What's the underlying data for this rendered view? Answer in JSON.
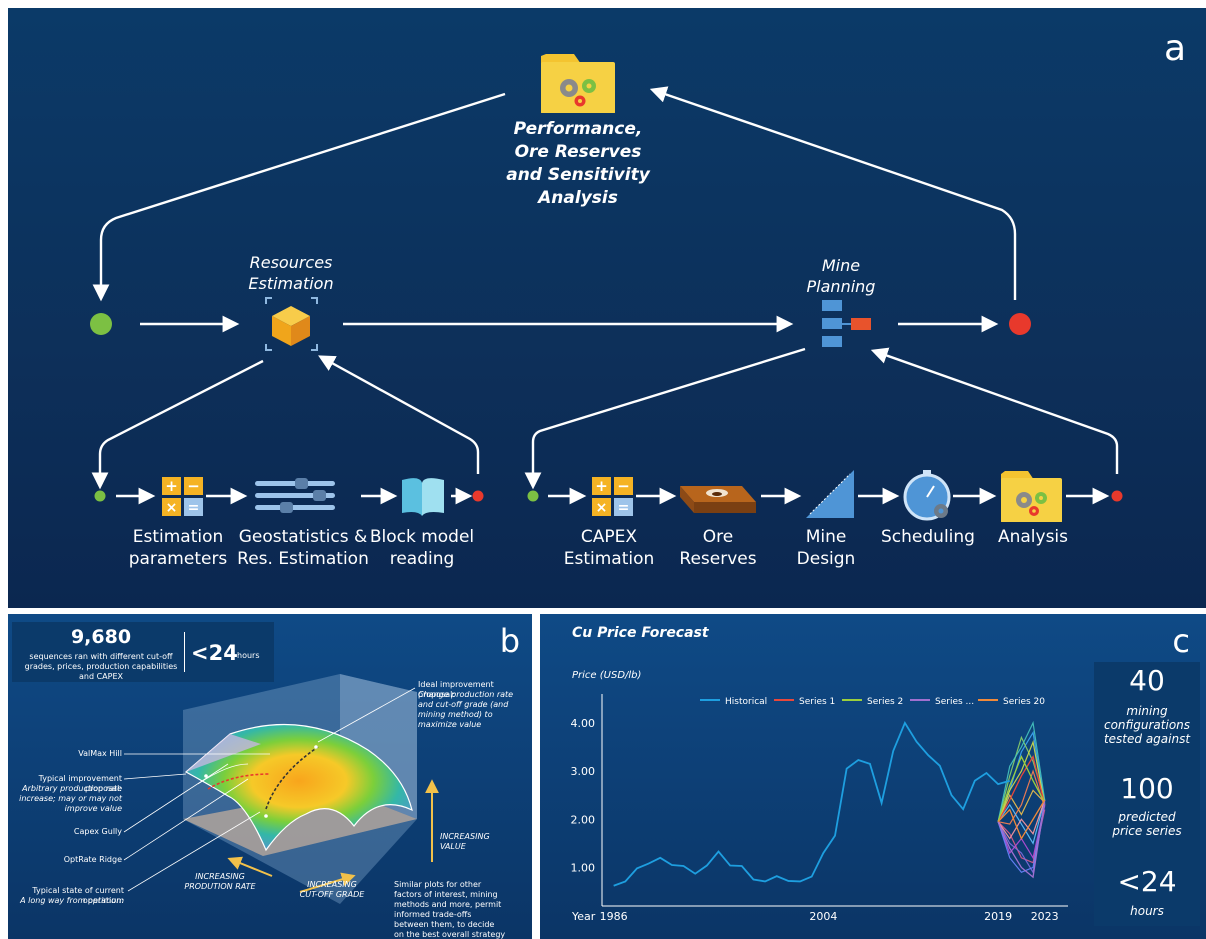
{
  "panel_a": {
    "letter": "a",
    "top_node": "Performance,\nOre Reserves\nand Sensitivity\nAnalysis",
    "resources_estimation": "Resources\nEstimation",
    "mine_planning": "Mine\nPlanning",
    "left_steps": [
      {
        "label": "Estimation\nparameters",
        "icon": "calculator-icon"
      },
      {
        "label": "Geostatistics &\nRes. Estimation",
        "icon": "sliders-icon"
      },
      {
        "label": "Block model\nreading",
        "icon": "open-book-icon"
      }
    ],
    "right_steps": [
      {
        "label": "CAPEX\nEstimation",
        "icon": "calculator-icon"
      },
      {
        "label": "Ore\nReserves",
        "icon": "pit-block-icon"
      },
      {
        "label": "Mine\nDesign",
        "icon": "ramp-triangle-icon"
      },
      {
        "label": "Scheduling",
        "icon": "stopwatch-gear-icon"
      },
      {
        "label": "Analysis",
        "icon": "folder-gears-icon"
      }
    ],
    "colors": {
      "start_node": "#7cc043",
      "end_node": "#e8392c",
      "icon_orange": "#f5b324",
      "icon_blue": "#4f95d6"
    }
  },
  "panel_b": {
    "letter": "b",
    "count": "9,680",
    "count_caption": "sequences ran with different cut-off grades, prices, production capabilities and CAPEX",
    "time": "<24",
    "time_unit": "hours",
    "ideal_title": "Ideal improvement proposal:",
    "ideal_body": "Change production rate and cut-off grade (and mining method) to maximize value",
    "valmax": "ValMax Hill",
    "typical_title": "Typical improvement proposal:",
    "typical_body": "Arbitrary production rate increase; may or may not improve value",
    "capex_gully": "Capex Gully",
    "optrate": "OptRate Ridge",
    "current_title": "Typical state of current operation:",
    "current_body": "A long way from optimum",
    "axis_value": "INCREASING\nVALUE",
    "axis_rate": "INCREASING\nPRODUTION RATE",
    "axis_grade": "INCREASING\nCUT-OFF GRADE",
    "similar": "Similar plots for other factors of interest, mining methods and more, permit informed trade-offs between them, to decide on the best overall strategy"
  },
  "panel_c": {
    "letter": "c",
    "stats": [
      {
        "big": "40",
        "text": "mining\nconfigurations\ntested against"
      },
      {
        "big": "100",
        "text": "predicted\nprice series"
      },
      {
        "big": "<24",
        "text": "hours"
      }
    ]
  },
  "chart_data": {
    "type": "line",
    "title": "Cu Price Forecast",
    "ylabel": "Price (USD/lb)",
    "xlabel": "Year",
    "x_ticks": [
      "1986",
      "2004",
      "2019",
      "2023"
    ],
    "y_ticks": [
      "1.00",
      "2.00",
      "3.00",
      "4.00"
    ],
    "ylim": [
      0.2,
      4.6
    ],
    "xlim": [
      1985,
      2025
    ],
    "legend": [
      "Historical",
      "Series 1",
      "Series 2",
      "Series ...",
      "Series 20"
    ],
    "series": [
      {
        "name": "Historical",
        "color": "#1e9fe0",
        "x": [
          1986,
          1987,
          1988,
          1989,
          1990,
          1991,
          1992,
          1993,
          1994,
          1995,
          1996,
          1997,
          1998,
          1999,
          2000,
          2001,
          2002,
          2003,
          2004,
          2005,
          2006,
          2007,
          2008,
          2009,
          2010,
          2011,
          2012,
          2013,
          2014,
          2015,
          2016,
          2017,
          2018,
          2019,
          2020
        ],
        "y": [
          0.62,
          0.71,
          0.98,
          1.08,
          1.2,
          1.05,
          1.03,
          0.87,
          1.04,
          1.33,
          1.04,
          1.03,
          0.75,
          0.71,
          0.82,
          0.72,
          0.71,
          0.81,
          1.3,
          1.66,
          3.05,
          3.23,
          3.15,
          2.34,
          3.42,
          4.0,
          3.61,
          3.33,
          3.11,
          2.5,
          2.21,
          2.8,
          2.96,
          2.73,
          2.8
        ]
      },
      {
        "name": "Series 1",
        "color": "#e8483b",
        "x": [
          2019,
          2020,
          2021,
          2022,
          2023
        ],
        "y": [
          1.95,
          2.4,
          2.9,
          3.3,
          2.3
        ]
      },
      {
        "name": "Series 2",
        "color": "#9ccf3d",
        "x": [
          2019,
          2020,
          2021,
          2022,
          2023
        ],
        "y": [
          1.95,
          2.7,
          3.3,
          2.8,
          2.35
        ]
      },
      {
        "name": "Series ...",
        "color": "#a070d0",
        "x": [
          2019,
          2020,
          2021,
          2022,
          2023
        ],
        "y": [
          1.95,
          1.4,
          1.0,
          0.8,
          2.4
        ]
      },
      {
        "name": "Series 20",
        "color": "#f08a3a",
        "x": [
          2019,
          2020,
          2021,
          2022,
          2023
        ],
        "y": [
          1.95,
          2.2,
          1.6,
          2.0,
          2.4
        ]
      }
    ],
    "extra_paths": [
      {
        "color": "#3fa9f5",
        "y": [
          1.95,
          2.6,
          3.4,
          3.8,
          2.3
        ]
      },
      {
        "color": "#8bd36a",
        "y": [
          1.95,
          2.9,
          3.7,
          3.2,
          2.4
        ]
      },
      {
        "color": "#e25a8a",
        "y": [
          1.95,
          1.7,
          1.2,
          1.1,
          2.2
        ]
      },
      {
        "color": "#f2c14a",
        "y": [
          1.95,
          2.5,
          2.1,
          2.6,
          2.35
        ]
      },
      {
        "color": "#7f6ee0",
        "y": [
          1.95,
          1.5,
          1.3,
          0.9,
          2.3
        ]
      },
      {
        "color": "#47c7c0",
        "y": [
          1.95,
          3.1,
          3.5,
          4.0,
          2.4
        ]
      },
      {
        "color": "#ff7f50",
        "y": [
          1.95,
          1.9,
          2.3,
          3.0,
          2.25
        ]
      },
      {
        "color": "#b84cd9",
        "y": [
          1.95,
          1.3,
          1.6,
          1.2,
          2.3
        ]
      },
      {
        "color": "#5ec2ff",
        "y": [
          1.95,
          2.3,
          1.9,
          1.5,
          2.4
        ]
      },
      {
        "color": "#d1e04b",
        "y": [
          1.95,
          2.6,
          3.0,
          3.6,
          2.3
        ]
      },
      {
        "color": "#ff9aa2",
        "y": [
          1.95,
          1.6,
          2.0,
          1.7,
          2.4
        ]
      },
      {
        "color": "#6a85ff",
        "y": [
          1.95,
          1.2,
          0.9,
          1.0,
          2.35
        ]
      }
    ]
  }
}
